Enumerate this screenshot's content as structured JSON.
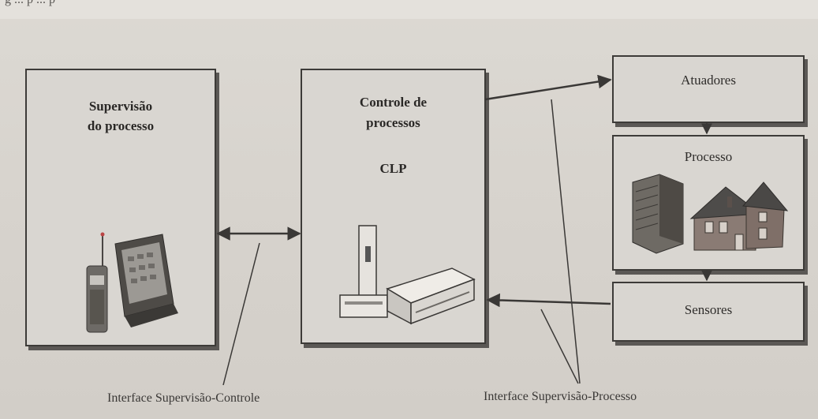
{
  "header": {
    "caption_fragment": "g ... p ... p"
  },
  "boxes": {
    "supervisao": {
      "line1": "Supervisão",
      "line2": "do processo"
    },
    "controle": {
      "line1": "Controle de",
      "line2": "processos",
      "line3": "CLP"
    },
    "atuadores": {
      "label": "Atuadores"
    },
    "processo": {
      "label": "Processo"
    },
    "sensores": {
      "label": "Sensores"
    }
  },
  "interfaces": {
    "supervisao_controle": "Interface Supervisão-Controle",
    "supervisao_processo": "Interface Supervisão-Processo"
  },
  "icons": {
    "supervisao": [
      "handheld-radio-icon",
      "touch-panel-icon"
    ],
    "controle": [
      "plc-tower-icon",
      "plc-module-icon"
    ],
    "processo": [
      "office-building-icon",
      "house-icon"
    ]
  },
  "colors": {
    "background": "#d8d5cf",
    "stroke": "#3d3b38"
  }
}
